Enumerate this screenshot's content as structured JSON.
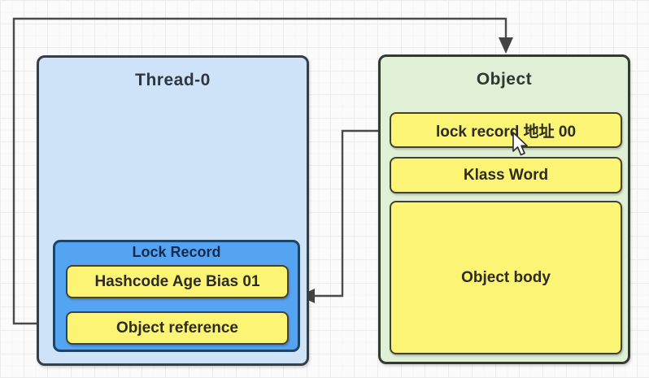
{
  "diagram": {
    "thread_box": {
      "title": "Thread-0",
      "lock_record": {
        "title": "Lock Record",
        "rows": [
          "Hashcode Age Bias 01",
          "Object reference"
        ]
      }
    },
    "object_box": {
      "title": "Object",
      "rows": [
        "lock record 地址 00",
        "Klass Word",
        "Object body"
      ]
    },
    "connectors": [
      {
        "from": "Object reference",
        "to": "Object",
        "arrow": "down"
      },
      {
        "from": "lock record 地址 00",
        "to": "Lock Record",
        "arrow": "left"
      }
    ],
    "colors": {
      "thread_fill": "#cee3f8",
      "thread_border": "#363e47",
      "lock_record_fill": "#55a4f2",
      "lock_record_border": "#1d4366",
      "cell_fill": "#fbf475",
      "cell_border": "#45422c",
      "object_fill": "#dff0d6",
      "object_border": "#333b30",
      "connector": "#4a4a4a"
    }
  }
}
